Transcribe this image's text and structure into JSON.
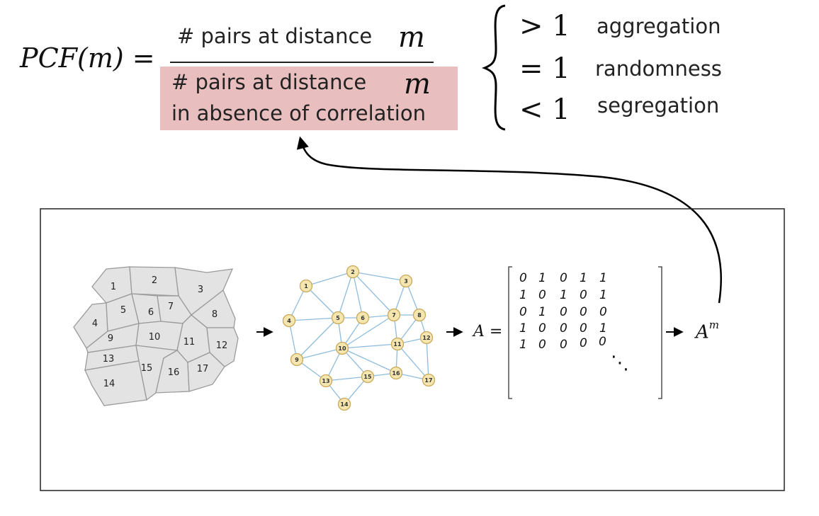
{
  "formula": {
    "lhs": "PCF(m) =",
    "numerator_text": "# pairs at distance",
    "numerator_var": "m",
    "denominator_line1": "# pairs at distance",
    "denominator_var": "m",
    "denominator_line2": "in absence of correlation",
    "cases": [
      {
        "comparison": "> 1",
        "meaning": "aggregation"
      },
      {
        "comparison": "= 1",
        "meaning": "randomness"
      },
      {
        "comparison": "< 1",
        "meaning": "segregation"
      }
    ]
  },
  "regions": [
    "1",
    "2",
    "3",
    "4",
    "5",
    "6",
    "7",
    "8",
    "9",
    "10",
    "11",
    "12",
    "13",
    "14",
    "15",
    "16",
    "17"
  ],
  "graph": {
    "nodes": [
      "1",
      "2",
      "3",
      "4",
      "5",
      "6",
      "7",
      "8",
      "9",
      "10",
      "11",
      "12",
      "13",
      "14",
      "15",
      "16",
      "17"
    ]
  },
  "matrix": {
    "label": "A =",
    "rows": [
      [
        "0",
        "1",
        "0",
        "1",
        "1"
      ],
      [
        "1",
        "0",
        "1",
        "0",
        "1"
      ],
      [
        "0",
        "1",
        "0",
        "0",
        "0"
      ],
      [
        "1",
        "0",
        "0",
        "0",
        "1"
      ],
      [
        "1",
        "0",
        "0",
        "0",
        "0"
      ]
    ],
    "ellipsis": "⋱"
  },
  "power_label": "A",
  "power_exponent": "m",
  "colors": {
    "denominator_highlight": "#e9bebe",
    "region_fill": "#e3e3e3",
    "region_stroke": "#9a9a9a",
    "node_fill": "#f5e6b0",
    "node_stroke": "#c9a95a",
    "edge_color": "#8fbcdc"
  }
}
